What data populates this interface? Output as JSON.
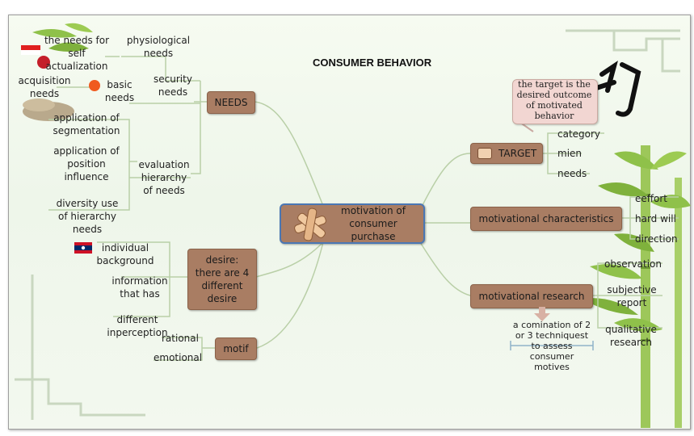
{
  "title": "CONSUMER BEHAVIOR",
  "center": {
    "label": "motivation of consumer purchase"
  },
  "needs": {
    "label": "NEEDS",
    "self_actualization": "the needs for self actualization",
    "physiological": "physiological needs",
    "acquisition": "acquisition needs",
    "basic": "basic needs",
    "security": "security needs",
    "app_segmentation": "application of segmentation",
    "app_position": "application of position influence",
    "diversity": "diversity use of hierarchy needs",
    "evaluation": "evaluation hierarchy of needs"
  },
  "desire": {
    "label": "desire: there are 4 different desire",
    "individual": "individual background",
    "information": "information that has",
    "different": "different inperception"
  },
  "motif": {
    "label": "motif",
    "rational": "rational",
    "emotional": "emotional"
  },
  "target": {
    "label": "TARGET",
    "callout": "the target is the desired outcome of motivated behavior",
    "category": "category",
    "mien": "mien",
    "needs": "needs"
  },
  "characteristics": {
    "label": "motivational characteristics",
    "effort": "eeffort",
    "hard_will": "hard will",
    "direction": "direction"
  },
  "research": {
    "label": "motivational research",
    "observation": "observation",
    "subjective": "subjective report",
    "qualitative": "qualitative research",
    "combination": "a comination of 2 or 3 techniquest to assess consumer motives"
  },
  "colors": {
    "node": "#a97d63",
    "center_border": "#4a77b4",
    "line": "#b9cfa7",
    "bamboo": "#8fc14a"
  },
  "icons": [
    "bamboo-decoration",
    "calligraphy-decoration",
    "hands-icon",
    "thumb-icon",
    "red-flag-icon",
    "lao-flag-icon",
    "red-circle-icon",
    "orange-dot-icon",
    "down-arrow-icon",
    "stone-decoration"
  ]
}
